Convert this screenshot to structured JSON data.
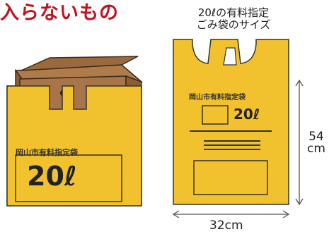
{
  "heading": "入らないもの",
  "caption": {
    "line1": "20ℓの有料指定",
    "line2": "ごみ袋のサイズ"
  },
  "left_bag": {
    "label": "岡山市有料指定袋",
    "size": "20ℓ"
  },
  "right_bag": {
    "label": "岡山市有料指定袋",
    "size": "20ℓ"
  },
  "dimensions": {
    "height_value": "54",
    "height_unit": "cm",
    "width": "32cm"
  },
  "colors": {
    "bag": "#f2c12e",
    "box": "#9a6a3e",
    "heading": "#c1121f"
  },
  "icons": {
    "left": "bag-with-box-icon",
    "right": "bag-diagram-icon"
  }
}
